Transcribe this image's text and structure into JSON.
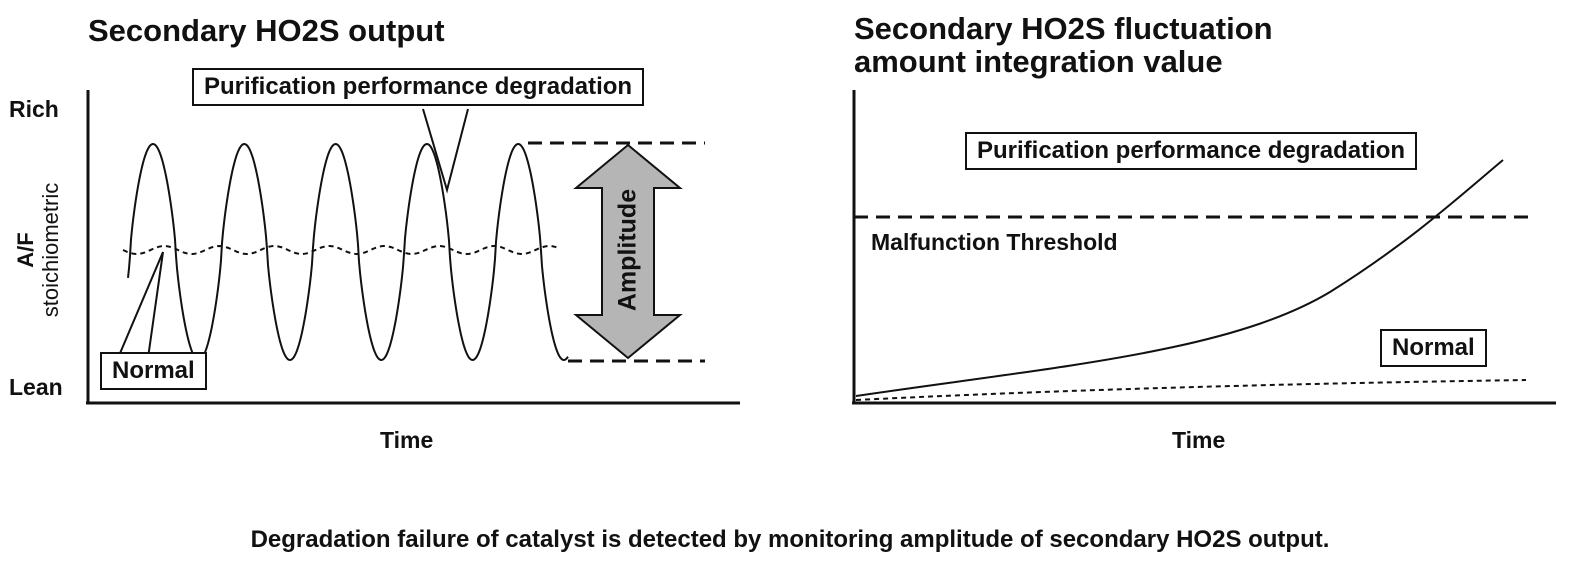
{
  "left_panel": {
    "title": "Secondary HO2S output",
    "y_top_label": "Rich",
    "y_bottom_label": "Lean",
    "y_axis_label_line1": "A/F",
    "y_axis_label_line2": "stoichiometric",
    "x_label": "Time",
    "degradation_label": "Purification performance degradation",
    "normal_label": "Normal",
    "amplitude_label": "Amplitude"
  },
  "right_panel": {
    "title_line1": "Secondary HO2S fluctuation",
    "title_line2": "amount integration value",
    "x_label": "Time",
    "degradation_label": "Purification performance degradation",
    "threshold_label": "Malfunction Threshold",
    "normal_label": "Normal"
  },
  "caption": "Degradation failure of catalyst is detected by monitoring amplitude of secondary HO2S output.",
  "colors": {
    "line": "#111111",
    "arrow_fill": "#b5b5b5",
    "background": "#ffffff"
  }
}
